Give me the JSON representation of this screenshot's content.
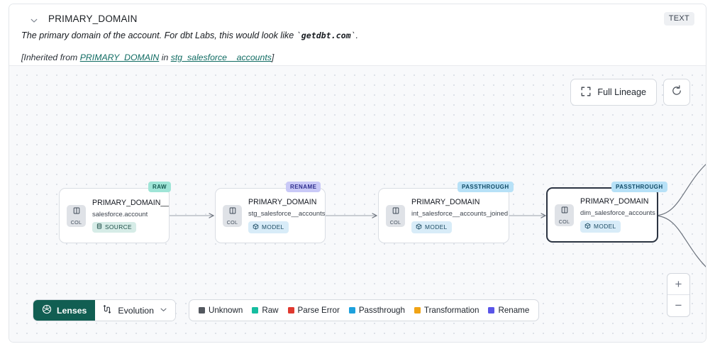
{
  "header": {
    "chevron_icon": "chevron-down-icon",
    "column_title": "PRIMARY_DOMAIN",
    "type_badge": "TEXT",
    "description_pre": "The primary domain of the account. For dbt Labs, this would look like ",
    "description_code": "getdbt.com",
    "description_post": ".",
    "inherited_pre": "[Inherited from ",
    "inherited_link_1": "PRIMARY_DOMAIN",
    "inherited_mid": " in ",
    "inherited_link_2": "stg_salesforce__accounts",
    "inherited_post": "]"
  },
  "canvas": {
    "full_lineage_label": "Full Lineage",
    "full_lineage_icon": "expand-icon",
    "refresh_icon": "refresh-icon",
    "zoom_in_label": "+",
    "zoom_out_label": "−"
  },
  "nodes": [
    {
      "id": "node-1",
      "tag": "RAW",
      "tag_kind": "raw",
      "col_label": "COL",
      "name": "PRIMARY_DOMAIN__C",
      "source": "salesforce.account",
      "kind_label": "SOURCE",
      "kind_icon": "database-icon",
      "selected": false
    },
    {
      "id": "node-2",
      "tag": "RENAME",
      "tag_kind": "rename",
      "col_label": "COL",
      "name": "PRIMARY_DOMAIN",
      "source": "stg_salesforce__accounts",
      "kind_label": "MODEL",
      "kind_icon": "cube-icon",
      "selected": false
    },
    {
      "id": "node-3",
      "tag": "PASSTHROUGH",
      "tag_kind": "passthrough",
      "col_label": "COL",
      "name": "PRIMARY_DOMAIN",
      "source": "int_salesforce__accounts_joined",
      "kind_label": "MODEL",
      "kind_icon": "cube-icon",
      "selected": false
    },
    {
      "id": "node-4",
      "tag": "PASSTHROUGH",
      "tag_kind": "passthrough",
      "col_label": "COL",
      "name": "PRIMARY_DOMAIN",
      "source": "dim_salesforce_accounts",
      "kind_label": "MODEL",
      "kind_icon": "cube-icon",
      "selected": true
    }
  ],
  "bottom": {
    "lenses_label": "Lenses",
    "lenses_icon": "aperture-icon",
    "evolution_label": "Evolution",
    "evolution_icon": "branch-icon",
    "evolution_caret": "chevron-down-icon",
    "legend": [
      {
        "label": "Unknown",
        "color": "#53585f"
      },
      {
        "label": "Raw",
        "color": "#16bda0"
      },
      {
        "label": "Parse Error",
        "color": "#e0392f"
      },
      {
        "label": "Passthrough",
        "color": "#1da1dd"
      },
      {
        "label": "Transformation",
        "color": "#f0a315"
      },
      {
        "label": "Rename",
        "color": "#5a55e8"
      }
    ]
  }
}
